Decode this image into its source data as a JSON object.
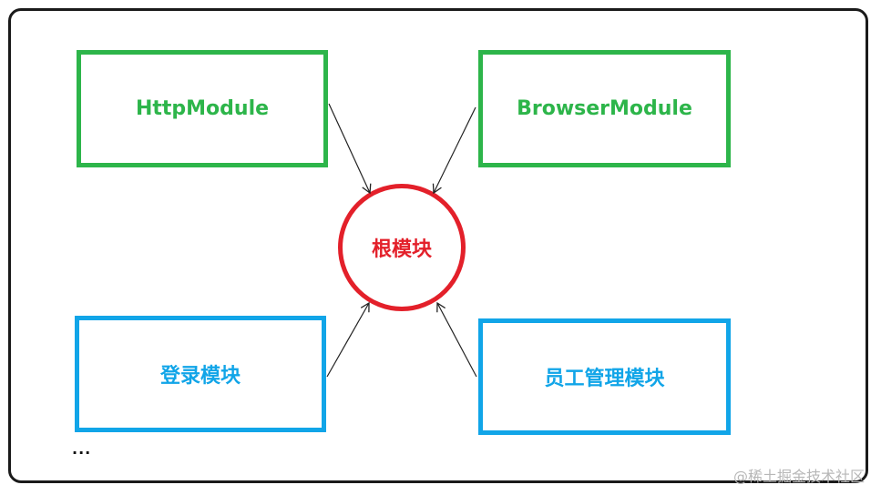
{
  "diagram": {
    "modules": {
      "http": "HttpModule",
      "browser": "BrowserModule",
      "login": "登录模块",
      "employee": "员工管理模块"
    },
    "root": "根模块",
    "more": "...",
    "watermark": "@稀土掘金技术社区"
  },
  "colors": {
    "green": "#2db54a",
    "blue": "#11a5e8",
    "red": "#e3202a",
    "arrow": "#222222"
  }
}
